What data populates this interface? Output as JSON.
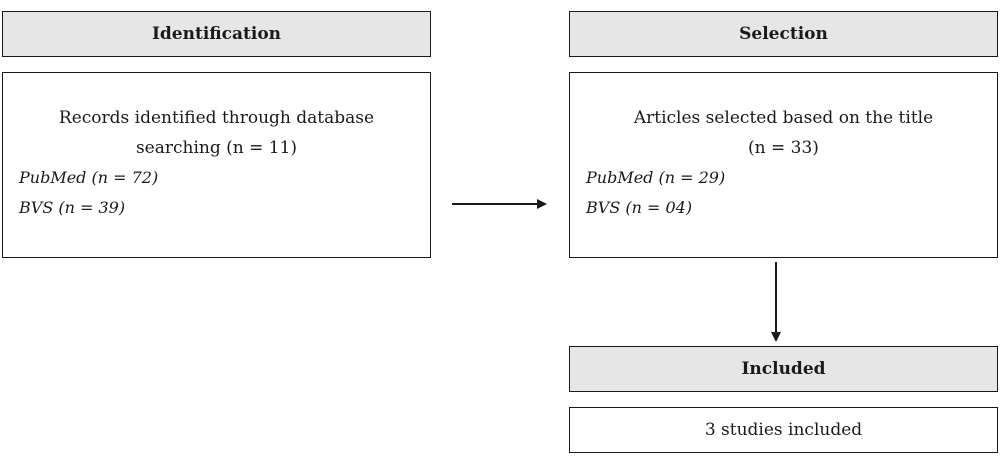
{
  "headers": {
    "identification": "Identification",
    "selection": "Selection",
    "included": "Included"
  },
  "identification_box": {
    "title_line1": "Records identified through database",
    "title_line2": "searching (n = 11)",
    "items": [
      "PubMed (n = 72)",
      "BVS (n = 39)"
    ]
  },
  "selection_box": {
    "title_line1": "Articles selected based on the title",
    "title_line2": "(n = 33)",
    "items": [
      "PubMed (n = 29)",
      "BVS (n = 04)"
    ]
  },
  "included_box": {
    "text": "3 studies included"
  },
  "colors": {
    "header_fill": "#e6e6e6",
    "border": "#1a1a1a",
    "background": "#ffffff"
  }
}
